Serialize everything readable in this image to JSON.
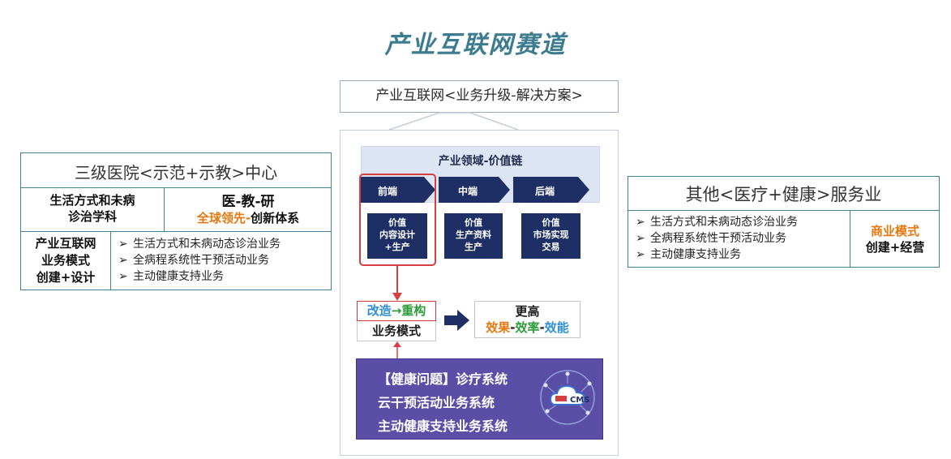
{
  "title": "产业互联网赛道",
  "top_box": "产业互联网<业务升级-解决方案>",
  "chain": {
    "title": "产业领域-价值链",
    "stages": [
      {
        "label": "前端",
        "value_lines": [
          "价值",
          "内容设计",
          "+生产"
        ]
      },
      {
        "label": "中端",
        "value_lines": [
          "价值",
          "生产资料",
          "生产"
        ]
      },
      {
        "label": "后端",
        "value_lines": [
          "价值",
          "市场实现",
          "交易"
        ]
      }
    ]
  },
  "remodel": {
    "part1": "改造",
    "arrow": "→",
    "part2": "重构",
    "label": "业务模式"
  },
  "higher": {
    "line1": "更高",
    "w1": "效果",
    "w2": "效率",
    "w3": "效能",
    "sep": "-"
  },
  "systems": {
    "lines": [
      "【健康问题】诊疗系统",
      "云干预活动业务系统",
      "主动健康支持业务系统"
    ],
    "logo_text": "CMS"
  },
  "left_card": {
    "title": "三级医院<示范+示教>中心",
    "row1_left_lines": [
      "生活方式和未病",
      "诊治学科"
    ],
    "row1_right_line1": "医-教-研",
    "row1_right_line2_orange": "全球领先-",
    "row1_right_line2_rest": "创新体系",
    "row2_left_lines": [
      "产业互联网",
      "业务模式",
      "创建+设计"
    ],
    "bullets": [
      "生活方式和未病动态诊治业务",
      "全病程系统性干预活动业务",
      "主动健康支持业务"
    ],
    "bullet_symbol": "➢"
  },
  "right_card": {
    "title": "其他<医疗+健康>服务业",
    "bullets": [
      "生活方式和未病动态诊治业务",
      "全病程系统性干预活动业务",
      "主动健康支持业务"
    ],
    "bullet_symbol": "➢",
    "side_line1": "商业模式",
    "side_line2": "创建+经营"
  },
  "colors": {
    "title": "#3d7b8f",
    "navy": "#1e2f66",
    "red": "#d64040",
    "orange": "#e5780f",
    "teal": "#3e8494",
    "green": "#2d9b3a",
    "blue": "#2f8fd6",
    "purple": "#5a4ea6"
  }
}
